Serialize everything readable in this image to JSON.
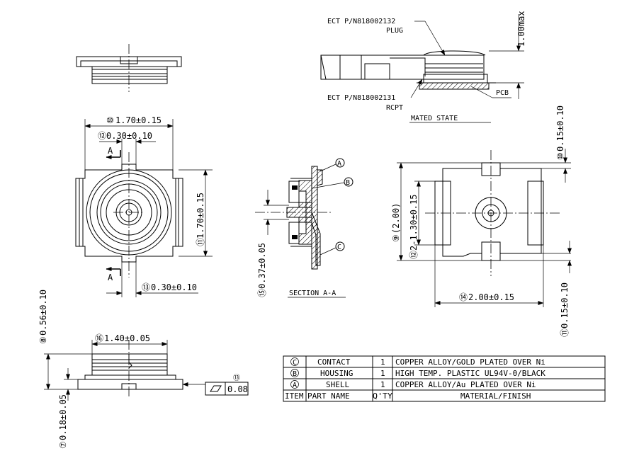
{
  "mated_state": {
    "plug_label_line1": "ECT P/N818002132",
    "plug_label_line2": "PLUG",
    "rcpt_label_line1": "ECT P/N818002131",
    "rcpt_label_line2": "RCPT",
    "pcb_label": "PCB",
    "height_max": "1.00max",
    "title": "MATED STATE"
  },
  "top_view": {
    "width_dim": "1.70±0.15",
    "width_dim_ref": "⑩",
    "slot_dim": "0.30±0.10",
    "slot_dim_ref": "⑫",
    "height_dim": "1.70±0.15",
    "height_dim_ref": "⑪",
    "bottom_slot_dim": "0.30±0.10",
    "bottom_slot_dim_ref": "⑬",
    "section_mark": "A"
  },
  "section": {
    "title": "SECTION A-A",
    "pin_dim": "0.37±0.05",
    "pin_dim_ref": "⑮",
    "callout_a": "A",
    "callout_b": "B",
    "callout_c": "C"
  },
  "footprint": {
    "overall_dim": "(2.00)",
    "overall_dim_ref": "⑨",
    "pad_span_dim": "2-1.30±0.15",
    "pad_span_dim_ref": "⑫",
    "width_dim": "2.00±0.15",
    "width_dim_ref": "⑭",
    "top_gap_dim": "0.15±0.10",
    "top_gap_dim_ref": "⑩",
    "bottom_gap_dim": "0.15±0.10",
    "bottom_gap_dim_ref": "⑪"
  },
  "side_view": {
    "height_dim": "0.56±0.10",
    "height_dim_ref": "⑧",
    "diameter_dim": "1.40±0.05",
    "diameter_dim_ref": "⑯",
    "base_dim": "0.18±0.05",
    "base_dim_ref": "⑦",
    "flatness_value": "0.08",
    "flatness_ref": "⑬"
  },
  "bom": {
    "header": [
      "ITEM",
      "PART NAME",
      "Q'TY",
      "MATERIAL/FINISH"
    ],
    "rows": [
      {
        "item": "C",
        "name": "CONTACT",
        "qty": "1",
        "material": "COPPER ALLOY/GOLD PLATED OVER Ni"
      },
      {
        "item": "B",
        "name": "HOUSING",
        "qty": "1",
        "material": "HIGH TEMP. PLASTIC UL94V-0/BLACK"
      },
      {
        "item": "A",
        "name": "SHELL",
        "qty": "1",
        "material": "COPPER ALLOY/Au PLATED OVER Ni"
      }
    ]
  }
}
